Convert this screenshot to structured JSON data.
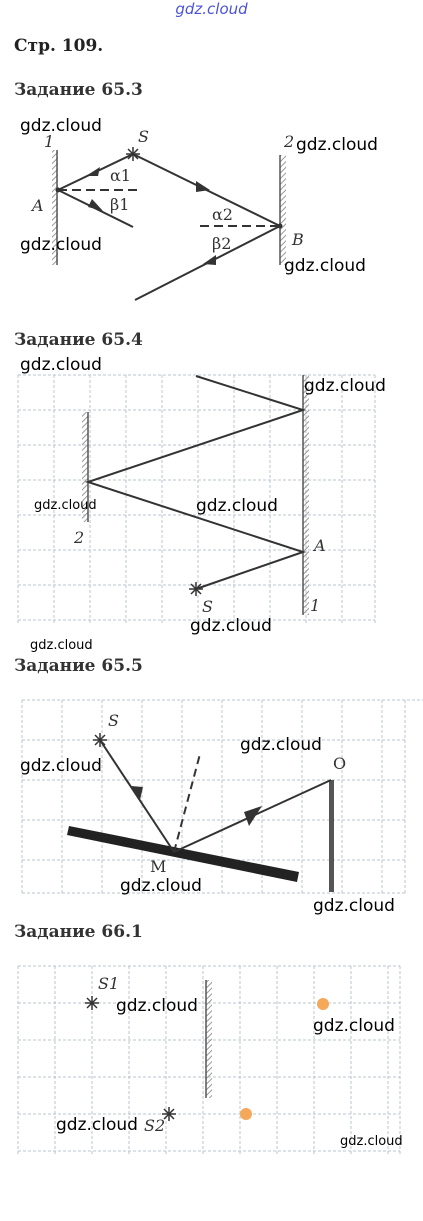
{
  "header": {
    "site": "gdz.cloud"
  },
  "page_title": "Стр. 109.",
  "watermark": "gdz.cloud",
  "tasks": [
    {
      "title": "Задание 65.3",
      "labels": {
        "mirror1": "1",
        "mirror2": "2",
        "S": "S",
        "A": "A",
        "B": "B",
        "alpha1": "α1",
        "beta1": "β1",
        "alpha2": "α2",
        "beta2": "β2"
      }
    },
    {
      "title": "Задание 65.4",
      "labels": {
        "mirror1": "1",
        "mirror2": "2",
        "A": "A",
        "S": "S"
      }
    },
    {
      "title": "Задание 65.5",
      "labels": {
        "S": "S",
        "M": "M",
        "O": "O"
      }
    },
    {
      "title": "Задание 66.1",
      "labels": {
        "S1": "S1",
        "S2": "S2"
      },
      "colors": {
        "marker": "#f5a75a"
      }
    }
  ]
}
